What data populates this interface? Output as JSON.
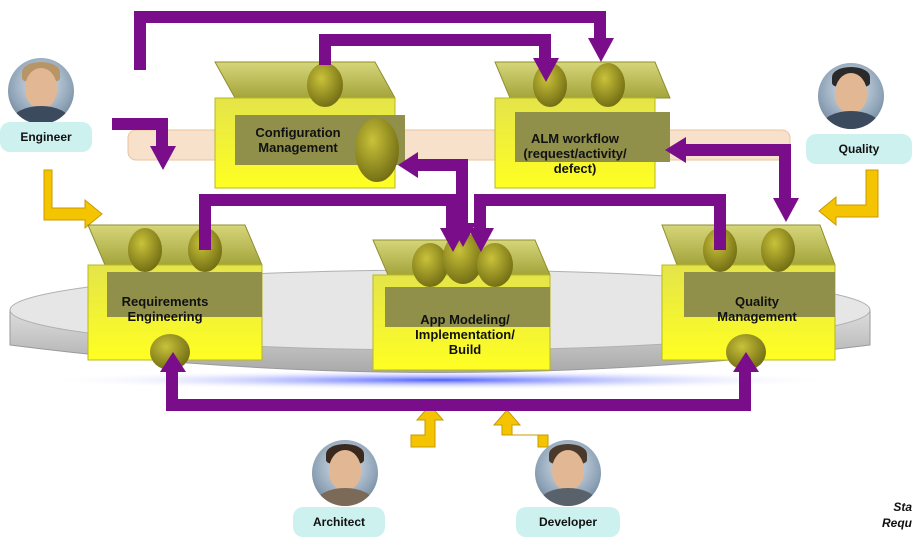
{
  "nodes": {
    "configuration": "Configuration\nManagement",
    "alm": "ALM workflow\n(request/activity/\ndefect)",
    "requirements": "Requirements\nEngineering",
    "app": "App Modeling/\nImplementation/\nBuild",
    "quality_mgmt": "Quality\nManagement"
  },
  "roles": {
    "engineer": "Engineer",
    "quality": "Quality",
    "architect": "Architect",
    "developer": "Developer"
  },
  "corner_text": {
    "line1": "Sta",
    "line2": "Requ"
  },
  "colors": {
    "purple_arrow": "#7a0e8a",
    "yellow_arrow": "#f5c400",
    "box_top": "#b8b84a",
    "box_front_yellow": "#ffff33",
    "label_band": "#8f8f45",
    "platform": "#d9d9d9",
    "role_bg": "#cdf1ef"
  }
}
